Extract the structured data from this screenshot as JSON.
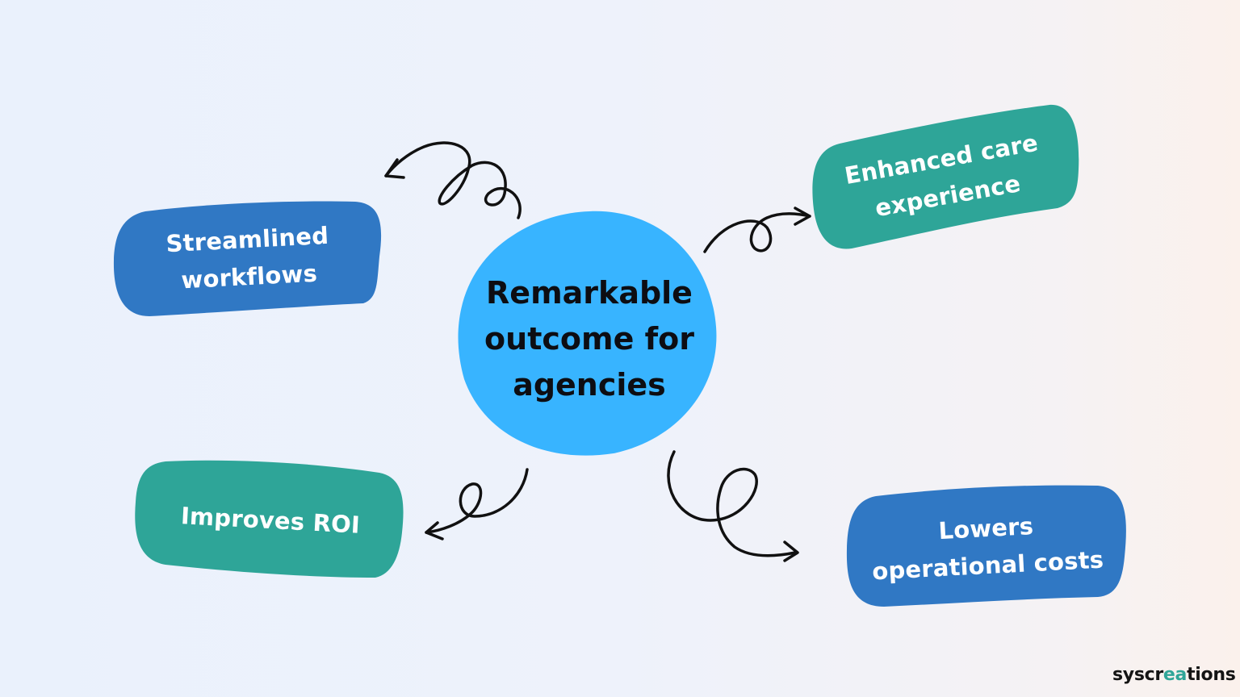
{
  "center": {
    "label": "Remarkable\noutcome for\nagencies",
    "color": "#38b4ff"
  },
  "nodes": [
    {
      "id": "streamlined-workflows",
      "label": "Streamlined\nworkflows",
      "color": "#3078c4"
    },
    {
      "id": "enhanced-care-experience",
      "label": "Enhanced care\nexperience",
      "color": "#2ea598"
    },
    {
      "id": "improves-roi",
      "label": "Improves ROI",
      "color": "#2ea598"
    },
    {
      "id": "lowers-operational-costs",
      "label": "Lowers\noperational costs",
      "color": "#3078c4"
    }
  ],
  "connectors": [
    {
      "from": "center",
      "to": "streamlined-workflows",
      "style": "curly-arrow"
    },
    {
      "from": "center",
      "to": "enhanced-care-experience",
      "style": "curly-arrow"
    },
    {
      "from": "center",
      "to": "improves-roi",
      "style": "curly-arrow"
    },
    {
      "from": "center",
      "to": "lowers-operational-costs",
      "style": "curly-arrow"
    }
  ],
  "brand": {
    "before": "syscr",
    "accent": "ea",
    "after": "tions",
    "accent_color": "#2fa598"
  }
}
